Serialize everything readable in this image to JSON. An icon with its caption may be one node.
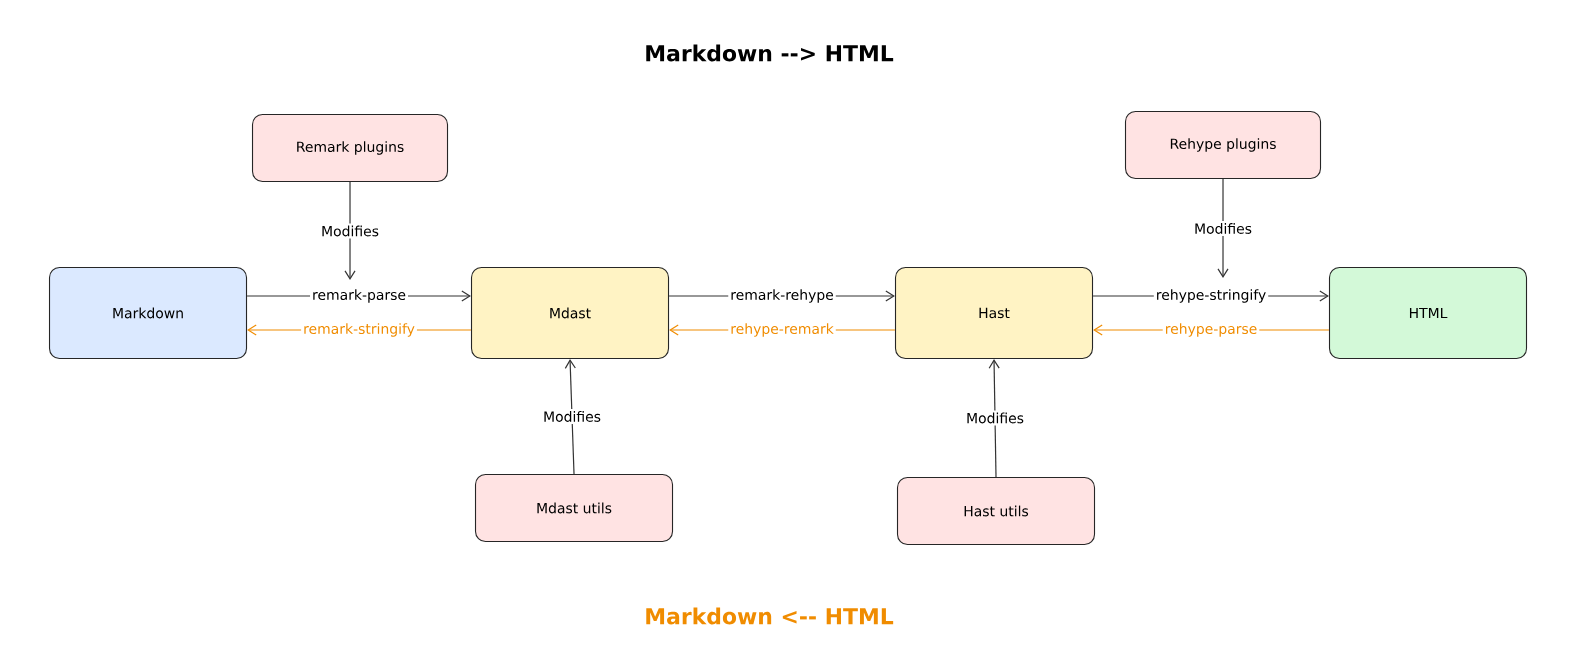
{
  "diagram": {
    "title": "Markdown --> HTML",
    "nodes": [
      {
        "text": [
          "Remark plugins"
        ]
      },
      {
        "text": [
          "Rehype plugins"
        ]
      },
      {
        "text": [
          "Markdown"
        ]
      },
      {
        "text": [
          "Mdast"
        ]
      },
      {
        "text": [
          "Hast"
        ]
      },
      {
        "text": [
          "HTML"
        ]
      },
      {
        "text": [
          "Mdast utils"
        ]
      },
      {
        "text": [
          "Hast utils"
        ]
      }
    ],
    "edges": [
      {
        "from": 2,
        "to": 3,
        "arrow": "to",
        "label": "remark-parse"
      },
      {
        "from": 3,
        "to": 2,
        "arrow": "to",
        "label": "remark-stringify",
        "color": "#f08c00"
      },
      {
        "from": 3,
        "to": 4,
        "arrow": "to",
        "label": "remark-rehype"
      },
      {
        "from": 4,
        "to": 3,
        "arrow": "to",
        "label": "rehype-remark",
        "color": "#f08c00"
      },
      {
        "from": 4,
        "to": 5,
        "arrow": "to",
        "label": "rehype-stringify"
      },
      {
        "from": 5,
        "to": 4,
        "arrow": "to",
        "label": "rehype-parse",
        "color": "#f08c00"
      },
      {
        "from": 0,
        "to": null,
        "arrow": "to",
        "label": "Modifies"
      },
      {
        "from": 1,
        "to": null,
        "arrow": "to",
        "label": "Modifies"
      },
      {
        "from": 6,
        "to": 3,
        "arrow": "to",
        "label": "Modifies"
      },
      {
        "from": 7,
        "to": 4,
        "arrow": "to",
        "label": "Modifies"
      }
    ],
    "labels": [
      "Markdown <-- HTML"
    ]
  }
}
